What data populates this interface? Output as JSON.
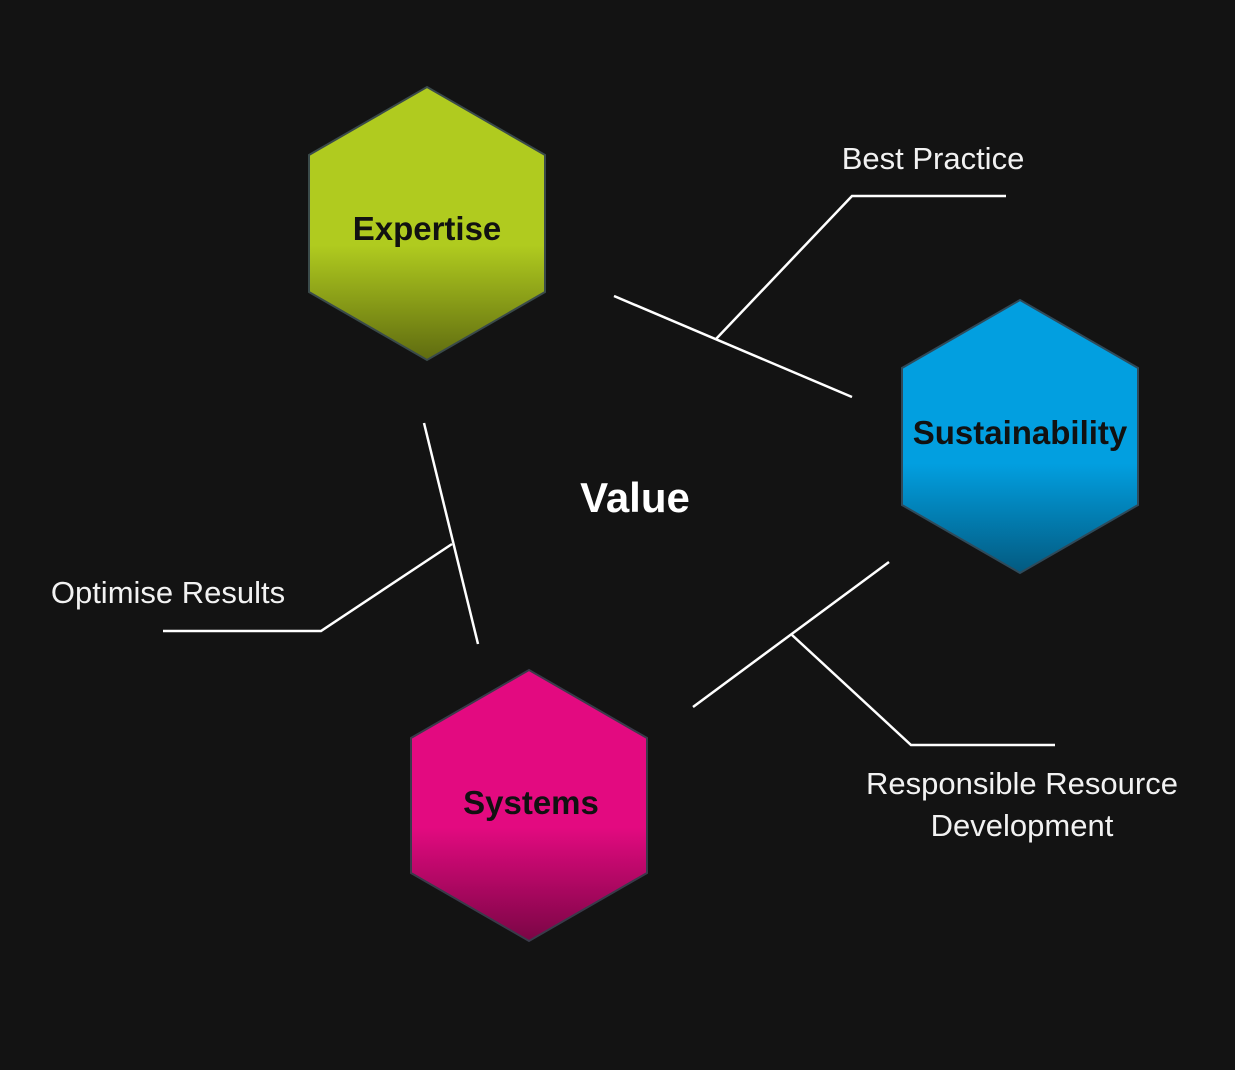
{
  "center": {
    "label": "Value"
  },
  "nodes": [
    {
      "id": "expertise",
      "label": "Expertise",
      "color": "#b0cb1f",
      "color_dark": "#5f6b10"
    },
    {
      "id": "sustainability",
      "label": "Sustainability",
      "color": "#029fe0",
      "color_dark": "#035a80"
    },
    {
      "id": "systems",
      "label": "Systems",
      "color": "#e30a80",
      "color_dark": "#7a0545"
    }
  ],
  "callouts": [
    {
      "id": "best-practice",
      "lines": [
        "Best Practice"
      ],
      "from": "expertise",
      "to": "sustainability"
    },
    {
      "id": "optimise-results",
      "lines": [
        "Optimise Results"
      ],
      "from": "expertise",
      "to": "systems"
    },
    {
      "id": "responsible-resource-development",
      "lines": [
        "Responsible Resource",
        "Development"
      ],
      "from": "sustainability",
      "to": "systems"
    }
  ],
  "background_color": "#131313",
  "connector_color": "#ffffff"
}
